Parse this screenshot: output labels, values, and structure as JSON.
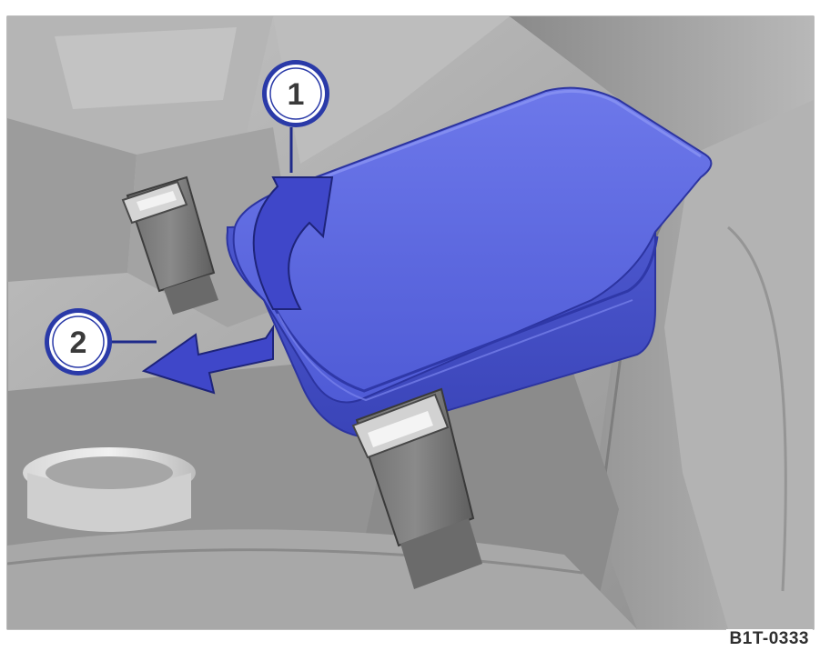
{
  "figure": {
    "callouts": [
      {
        "number": "1"
      },
      {
        "number": "2"
      }
    ],
    "code": "B1T-0333",
    "colors": {
      "armrest": "#5a67e0",
      "arrows": "#3f47c9",
      "interior": "#9a9a9a",
      "callout_ring": "#2a3aa8"
    }
  }
}
